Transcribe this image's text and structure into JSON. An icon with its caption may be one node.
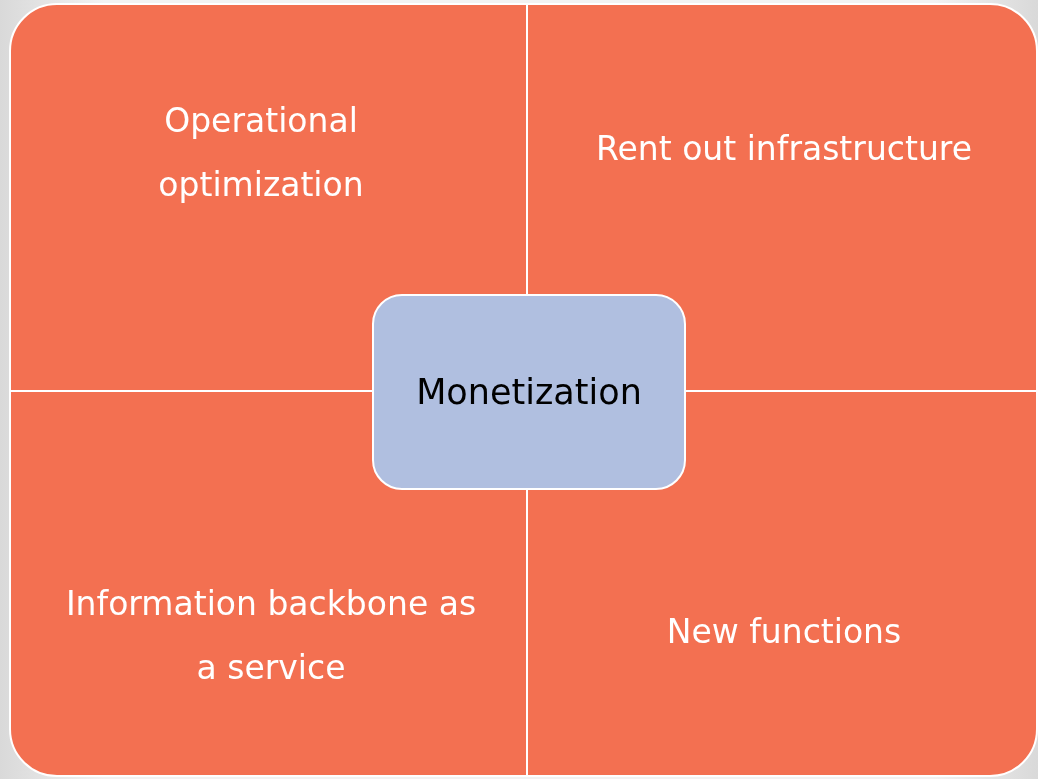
{
  "diagram": {
    "nodes": [
      {
        "text": [
          "Operational optimization"
        ]
      },
      {
        "text": [
          "Rent out infrastructure"
        ]
      },
      {
        "text": [
          "Monetization"
        ]
      },
      {
        "text": [
          "Information backbone as a service"
        ]
      },
      {
        "text": [
          "New functions"
        ]
      }
    ]
  }
}
